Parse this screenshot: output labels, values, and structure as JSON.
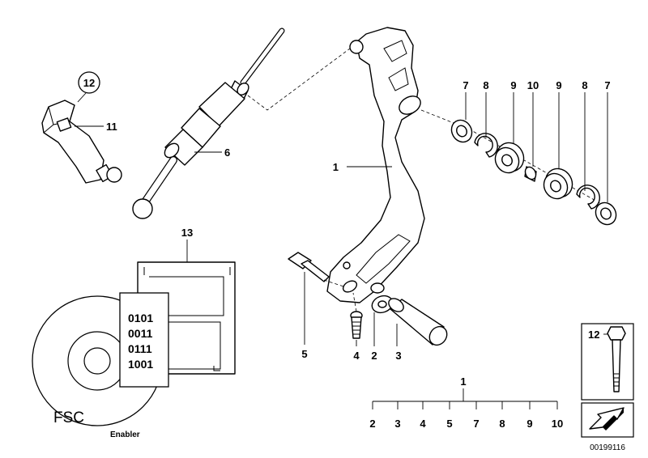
{
  "callouts": {
    "c1": "1",
    "c2": "2",
    "c3": "3",
    "c4": "4",
    "c5": "5",
    "c6": "6",
    "c7a": "7",
    "c8a": "8",
    "c9a": "9",
    "c10": "10",
    "c9b": "9",
    "c8b": "8",
    "c7b": "7",
    "c11": "11",
    "c12": "12",
    "c13": "13",
    "c12b": "12"
  },
  "set_legend": {
    "parent": "1",
    "children": [
      "2",
      "3",
      "4",
      "5",
      "7",
      "8",
      "9",
      "10"
    ]
  },
  "software": {
    "binary_lines": [
      "0101",
      "0011",
      "0111",
      "1001"
    ],
    "disc_label": "FSC",
    "disc_sublabel": "Enabler"
  },
  "diagram_number": "00199116"
}
